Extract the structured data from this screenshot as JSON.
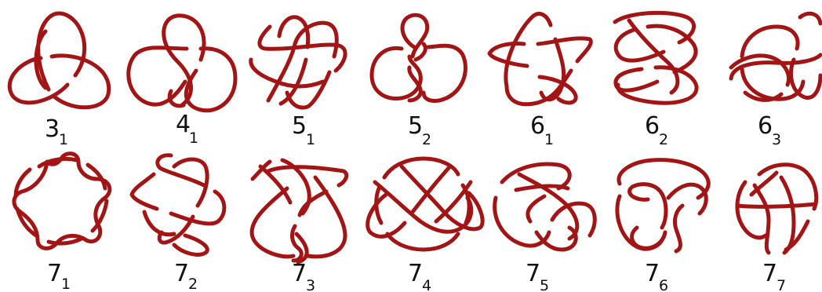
{
  "knots": [
    {
      "crossings": "3",
      "index": "1",
      "icon": "trefoil-knot-icon"
    },
    {
      "crossings": "4",
      "index": "1",
      "icon": "figure-eight-knot-icon"
    },
    {
      "crossings": "5",
      "index": "1",
      "icon": "cinquefoil-knot-icon"
    },
    {
      "crossings": "5",
      "index": "2",
      "icon": "three-twist-knot-icon"
    },
    {
      "crossings": "6",
      "index": "1",
      "icon": "stevedore-knot-icon"
    },
    {
      "crossings": "6",
      "index": "2",
      "icon": "knot-6-2-icon"
    },
    {
      "crossings": "6",
      "index": "3",
      "icon": "knot-6-3-icon"
    },
    {
      "crossings": "7",
      "index": "1",
      "icon": "septafoil-knot-icon"
    },
    {
      "crossings": "7",
      "index": "2",
      "icon": "knot-7-2-icon"
    },
    {
      "crossings": "7",
      "index": "3",
      "icon": "knot-7-3-icon"
    },
    {
      "crossings": "7",
      "index": "4",
      "icon": "knot-7-4-icon"
    },
    {
      "crossings": "7",
      "index": "5",
      "icon": "knot-7-5-icon"
    },
    {
      "crossings": "7",
      "index": "6",
      "icon": "knot-7-6-icon"
    },
    {
      "crossings": "7",
      "index": "7",
      "icon": "knot-7-7-icon"
    }
  ],
  "colors": {
    "strand": "#a31515",
    "label": "#111111",
    "background": "#ffffff"
  }
}
